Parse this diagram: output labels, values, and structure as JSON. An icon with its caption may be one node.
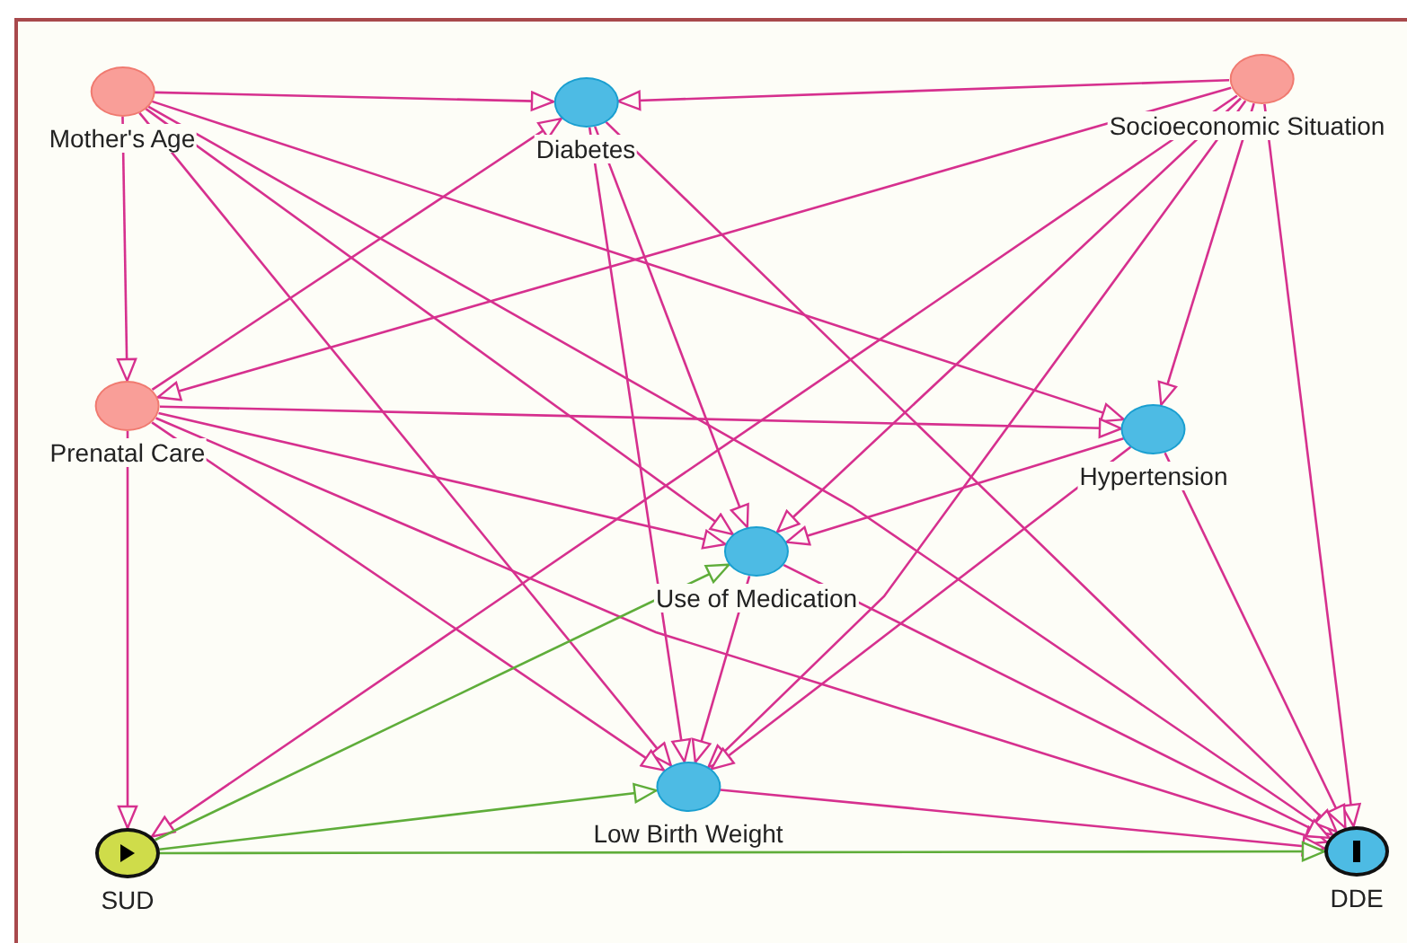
{
  "diagram": {
    "nodes": [
      {
        "text": [
          "Mother's Age"
        ]
      },
      {
        "text": [
          "Diabetes"
        ]
      },
      {
        "text": [
          "Socioeconomic Situation"
        ]
      },
      {
        "text": [
          "Prenatal Care"
        ]
      },
      {
        "text": [
          "Hypertension"
        ]
      },
      {
        "text": [
          "Use of Medication"
        ]
      },
      {
        "text": [
          "Low Birth Weight"
        ]
      },
      {
        "text": [
          "SUD"
        ]
      },
      {
        "text": [
          "DDE"
        ]
      }
    ],
    "edges": [
      {
        "from": 0,
        "to": 1,
        "arrow": "to"
      },
      {
        "from": 0,
        "to": 3,
        "arrow": "to"
      },
      {
        "from": 0,
        "to": 4,
        "arrow": "to"
      },
      {
        "from": 0,
        "to": 5,
        "arrow": "to"
      },
      {
        "from": 0,
        "to": 6,
        "arrow": "to"
      },
      {
        "from": 0,
        "to": 8,
        "arrow": "to"
      },
      {
        "from": 2,
        "to": 1,
        "arrow": "to"
      },
      {
        "from": 2,
        "to": 3,
        "arrow": "to"
      },
      {
        "from": 2,
        "to": 4,
        "arrow": "to"
      },
      {
        "from": 2,
        "to": 5,
        "arrow": "to"
      },
      {
        "from": 2,
        "to": 6,
        "arrow": "to"
      },
      {
        "from": 2,
        "to": 8,
        "arrow": "to"
      },
      {
        "from": 2,
        "to": 7,
        "arrow": "to"
      },
      {
        "from": 3,
        "to": 1,
        "arrow": "to"
      },
      {
        "from": 3,
        "to": 4,
        "arrow": "to"
      },
      {
        "from": 3,
        "to": 5,
        "arrow": "to"
      },
      {
        "from": 3,
        "to": 6,
        "arrow": "to"
      },
      {
        "from": 3,
        "to": 8,
        "arrow": "to"
      },
      {
        "from": 3,
        "to": 7,
        "arrow": "to"
      },
      {
        "from": 1,
        "to": 5,
        "arrow": "to"
      },
      {
        "from": 1,
        "to": 6,
        "arrow": "to"
      },
      {
        "from": 1,
        "to": 8,
        "arrow": "to"
      },
      {
        "from": 4,
        "to": 5,
        "arrow": "to"
      },
      {
        "from": 4,
        "to": 6,
        "arrow": "to"
      },
      {
        "from": 4,
        "to": 8,
        "arrow": "to"
      },
      {
        "from": 5,
        "to": 6,
        "arrow": "to"
      },
      {
        "from": 5,
        "to": 8,
        "arrow": "to"
      },
      {
        "from": 6,
        "to": 8,
        "arrow": "to"
      },
      {
        "from": 7,
        "to": 5,
        "arrow": "to",
        "color": "#5fad3a"
      },
      {
        "from": 7,
        "to": 6,
        "arrow": "to",
        "color": "#5fad3a"
      },
      {
        "from": 7,
        "to": 8,
        "arrow": "to",
        "color": "#5fad3a"
      }
    ]
  }
}
